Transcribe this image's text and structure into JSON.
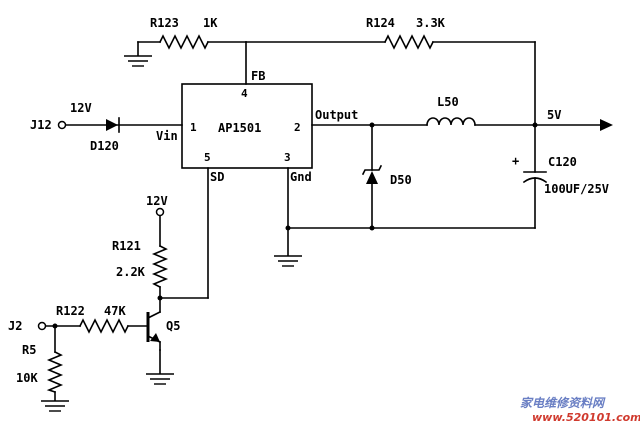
{
  "ic": {
    "name": "AP1501",
    "pins": {
      "p1": "1",
      "p2": "2",
      "p3": "3",
      "p4": "4",
      "p5": "5",
      "vin": "Vin",
      "fb": "FB",
      "output": "Output",
      "sd": "SD",
      "gnd": "Gnd"
    }
  },
  "input": {
    "connector": "J12",
    "voltage": "12V",
    "diode": "D120"
  },
  "feedback": {
    "r123": {
      "ref": "R123",
      "value": "1K"
    },
    "r124": {
      "ref": "R124",
      "value": "3.3K"
    }
  },
  "output_stage": {
    "inductor": "L50",
    "freewheel_diode": "D50",
    "capacitor": {
      "ref": "C120",
      "value": "100UF/25V",
      "polarity": "+"
    },
    "output_voltage": "5V"
  },
  "shutdown": {
    "supply": "12V",
    "r121": {
      "ref": "R121",
      "value": "2.2K"
    },
    "r122": {
      "ref": "R122",
      "value": "47K"
    },
    "r5": {
      "ref": "R5",
      "value": "10K"
    },
    "transistor": "Q5",
    "connector": "J2"
  },
  "watermark": {
    "cn": "家电维修资料网",
    "url": "www.520101.com"
  }
}
